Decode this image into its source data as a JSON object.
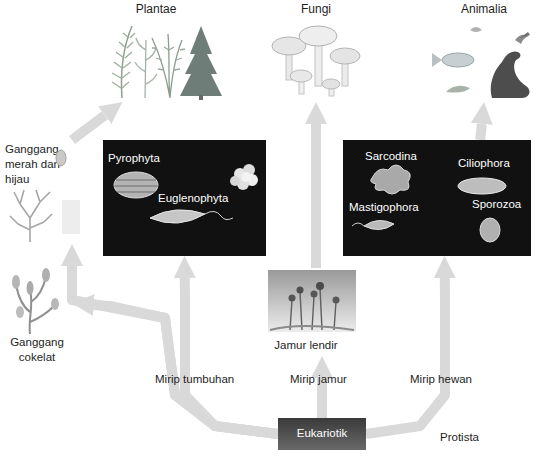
{
  "diagram": {
    "nodes": [
      {
        "text": [
          "Plantae"
        ]
      },
      {
        "text": [
          "Fungi"
        ]
      },
      {
        "text": [
          "Animalia"
        ]
      },
      {
        "text": [
          "Ganggang merah dan hijau"
        ]
      },
      {
        "text": [
          "Pyrophyta",
          "Euglenophyta"
        ]
      },
      {
        "text": [
          "Sarcodina",
          "Ciliophora",
          "Mastigophora",
          "Sporozoa"
        ]
      },
      {
        "text": [
          "Ganggang cokelat"
        ]
      },
      {
        "text": [
          "Jamur lendir"
        ]
      },
      {
        "text": [
          "Eukariotik"
        ]
      }
    ],
    "edges": [
      {
        "from": 8,
        "to": 6,
        "arrow": "to"
      },
      {
        "from": 8,
        "to": 4,
        "label": "Mirip tumbuhan",
        "arrow": "to"
      },
      {
        "from": 8,
        "to": 3,
        "arrow": "to"
      },
      {
        "from": 3,
        "to": 0,
        "arrow": "to"
      },
      {
        "from": 8,
        "to": 7,
        "label": "Mirip jamur",
        "arrow": "to"
      },
      {
        "from": 7,
        "to": 1,
        "arrow": "to"
      },
      {
        "from": 8,
        "to": 5,
        "label": "Mirip hewan",
        "arrow": "to"
      },
      {
        "from": 5,
        "to": 2,
        "arrow": "to"
      }
    ],
    "labels": [
      "Protista"
    ]
  }
}
